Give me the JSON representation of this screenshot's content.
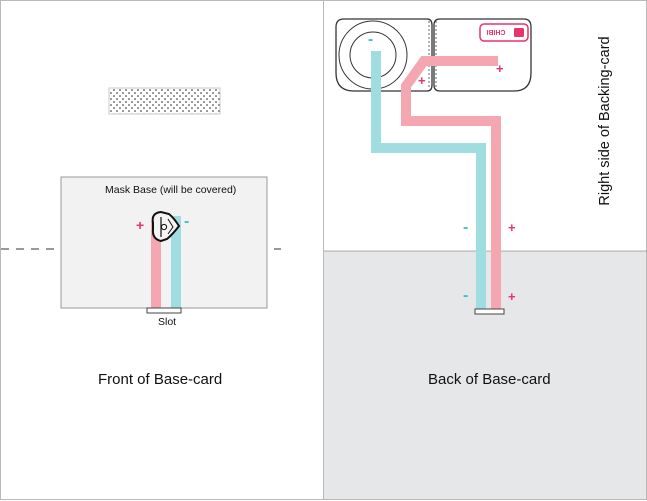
{
  "front": {
    "caption": "Front of Base-card",
    "mask_title": "Mask Base (will be covered)",
    "slot_label": "Slot",
    "plus_sign": "+",
    "minus_sign": "-"
  },
  "back": {
    "caption": "Back of Base-card",
    "side_label": "Right side of  Backing-card",
    "plus_sign": "+",
    "minus_sign": "-",
    "chibi_text": "CHIBI"
  },
  "colors": {
    "pink_trace": "#f4a7b1",
    "blue_trace": "#9fdde1",
    "sign_red": "#e8336b",
    "sign_blue": "#3cc1c8",
    "gray_area": "#e6e7e8",
    "mask_base": "#f2f2f2"
  },
  "icons": [
    "battery-outline-icon",
    "led-icon",
    "chibi-logo-icon",
    "hatched-tape-icon"
  ]
}
